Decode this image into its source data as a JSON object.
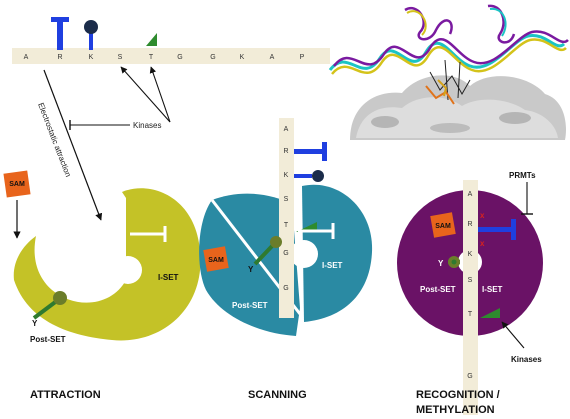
{
  "sequence": [
    "A",
    "R",
    "K",
    "S",
    "T",
    "G",
    "G",
    "K",
    "A",
    "P"
  ],
  "labels": {
    "kinases": "Kinases",
    "electrostatic": "Electrostatic attraction",
    "sam": "SAM",
    "y": "Y",
    "post_set": "Post-SET",
    "i_set": "I-SET",
    "prmts": "PRMTs",
    "x_mark": "x"
  },
  "stages": {
    "attraction": "ATTRACTION",
    "scanning": "SCANNING",
    "recognition_line1": "RECOGNITION /",
    "recognition_line2": "METHYLATION"
  },
  "colors": {
    "attraction_enzyme": "#c4c227",
    "scanning_enzyme": "#2a8aa3",
    "recognition_enzyme": "#6a1266",
    "sam": "#e8641c",
    "peptide_strip": "#f2ecd8",
    "blue_mark": "#1f3fe0",
    "navy_mark": "#1b2c4a",
    "green_mark": "#2e8b2e",
    "tyrosine_stem": "#2f7a2f",
    "tyrosine_ball": "#6b7d2a"
  }
}
